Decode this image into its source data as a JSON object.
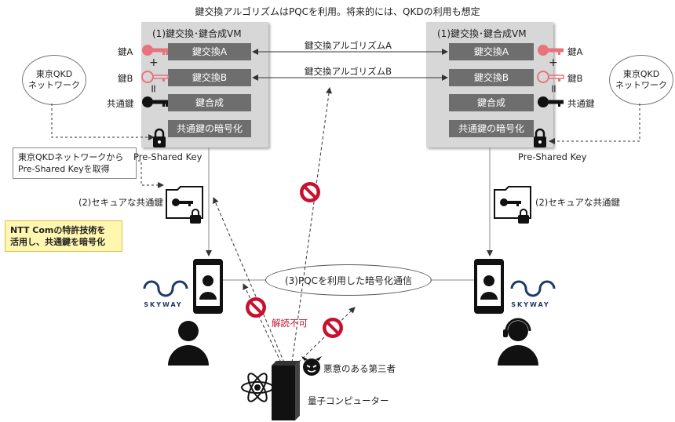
{
  "title": "鍵交換アルゴリズムはPQCを利用。将来的には、QKDの利用も想定",
  "left_vm": {
    "title": "(1)鍵交換･鍵合成VM",
    "buttons": [
      "鍵交換A",
      "鍵交換B",
      "鍵合成",
      "共通鍵の暗号化"
    ]
  },
  "right_vm": {
    "title": "(1)鍵交換･鍵合成VM",
    "buttons": [
      "鍵交換A",
      "鍵交換B",
      "鍵合成",
      "共通鍵の暗号化"
    ]
  },
  "key_labels": {
    "key_a": "鍵A",
    "key_b": "鍵B",
    "common": "共通鍵",
    "plus": "+",
    "equals": "="
  },
  "algorithms": {
    "a": "鍵交換アルゴリズムA",
    "b": "鍵交換アルゴリズムB"
  },
  "qkd_network": "東京QKD\nネットワーク",
  "psk_note": "東京QKDネットワークから\nPre-Shared Keyを取得",
  "pre_shared_key": "Pre-Shared Key",
  "secure_key_left": "(2)セキュアな共通鍵",
  "secure_key_right": "(2)セキュアな共通鍵",
  "patent_note": "NTT Comの特許技術を\n活用し、共通鍵を暗号化",
  "comm_label": "(3)PQCを利用した暗号化通信",
  "skyway": "SKYWAY",
  "cannot_decrypt": "解読不可",
  "malicious": "悪意のある第三者",
  "quantum": "量子コンピューター",
  "colors": {
    "key_pink": "#e8737d",
    "panel": "#d7d7d7",
    "button": "#6e6e6e",
    "forbidden": "#c8102e",
    "note": "#fff7b0",
    "skyway_blue": "#1e3a66"
  },
  "icons": [
    "key-icon",
    "lock-icon",
    "folder-key-icon",
    "smartphone-icon",
    "person-icon",
    "operator-icon",
    "devil-icon",
    "atom-icon",
    "server-icon",
    "forbidden-icon"
  ]
}
